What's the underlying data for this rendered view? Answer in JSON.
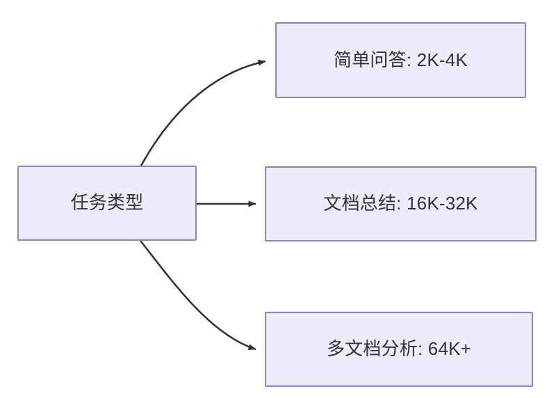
{
  "diagram": {
    "type": "flowchart",
    "orientation": "left-to-right",
    "background_color": "#ffffff",
    "node_fill_color": "#ececfb",
    "node_border_color": "#8d7fd3",
    "node_text_color": "#333333",
    "edge_color": "#333333",
    "nodes": {
      "source": {
        "id": "task-type",
        "label": "任务类型"
      },
      "targets": [
        {
          "id": "simple-qa",
          "label": "简单问答: 2K-4K"
        },
        {
          "id": "doc-summary",
          "label": "文档总结: 16K-32K"
        },
        {
          "id": "multi-doc",
          "label": "多文档分析: 64K+"
        }
      ]
    },
    "edges": [
      {
        "id": "edge-to-simple-qa",
        "from": "task-type",
        "to": "simple-qa",
        "style": "curved",
        "arrowhead": "filled-triangle",
        "label": ""
      },
      {
        "id": "edge-to-doc-summary",
        "from": "task-type",
        "to": "doc-summary",
        "style": "straight",
        "arrowhead": "filled-triangle",
        "label": ""
      },
      {
        "id": "edge-to-multi-doc",
        "from": "task-type",
        "to": "multi-doc",
        "style": "curved",
        "arrowhead": "filled-triangle",
        "label": ""
      }
    ]
  }
}
